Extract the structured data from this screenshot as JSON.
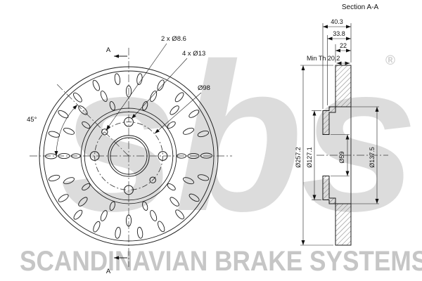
{
  "watermark": {
    "logo_text": "sbs",
    "registered_mark": "®",
    "brand_text": "SCANDINAVIAN BRAKE SYSTEMS"
  },
  "front_view": {
    "section_marker_top": "A",
    "section_marker_bottom": "A",
    "angle_label": "45°",
    "label_small_holes": "2 x Ø8.6",
    "label_bolt_holes": "4 x Ø13",
    "label_bolt_circle": "Ø98"
  },
  "section_view": {
    "title": "Section A-A",
    "dim_total_width": "40.3",
    "dim_hat_depth": "33.8",
    "dim_thickness": "22",
    "dim_min_thickness": "Min Th 20.2",
    "dim_outer_diameter": "Ø257.2",
    "dim_flange_diameter": "Ø127.1",
    "dim_center_bore": "Ø59",
    "dim_hat_diameter": "Ø137.5"
  },
  "colors": {
    "line": "#1a1a1a",
    "watermark_logo": "#dcdcdc",
    "watermark_brand": "#c6c6c6",
    "background": "#ffffff"
  }
}
